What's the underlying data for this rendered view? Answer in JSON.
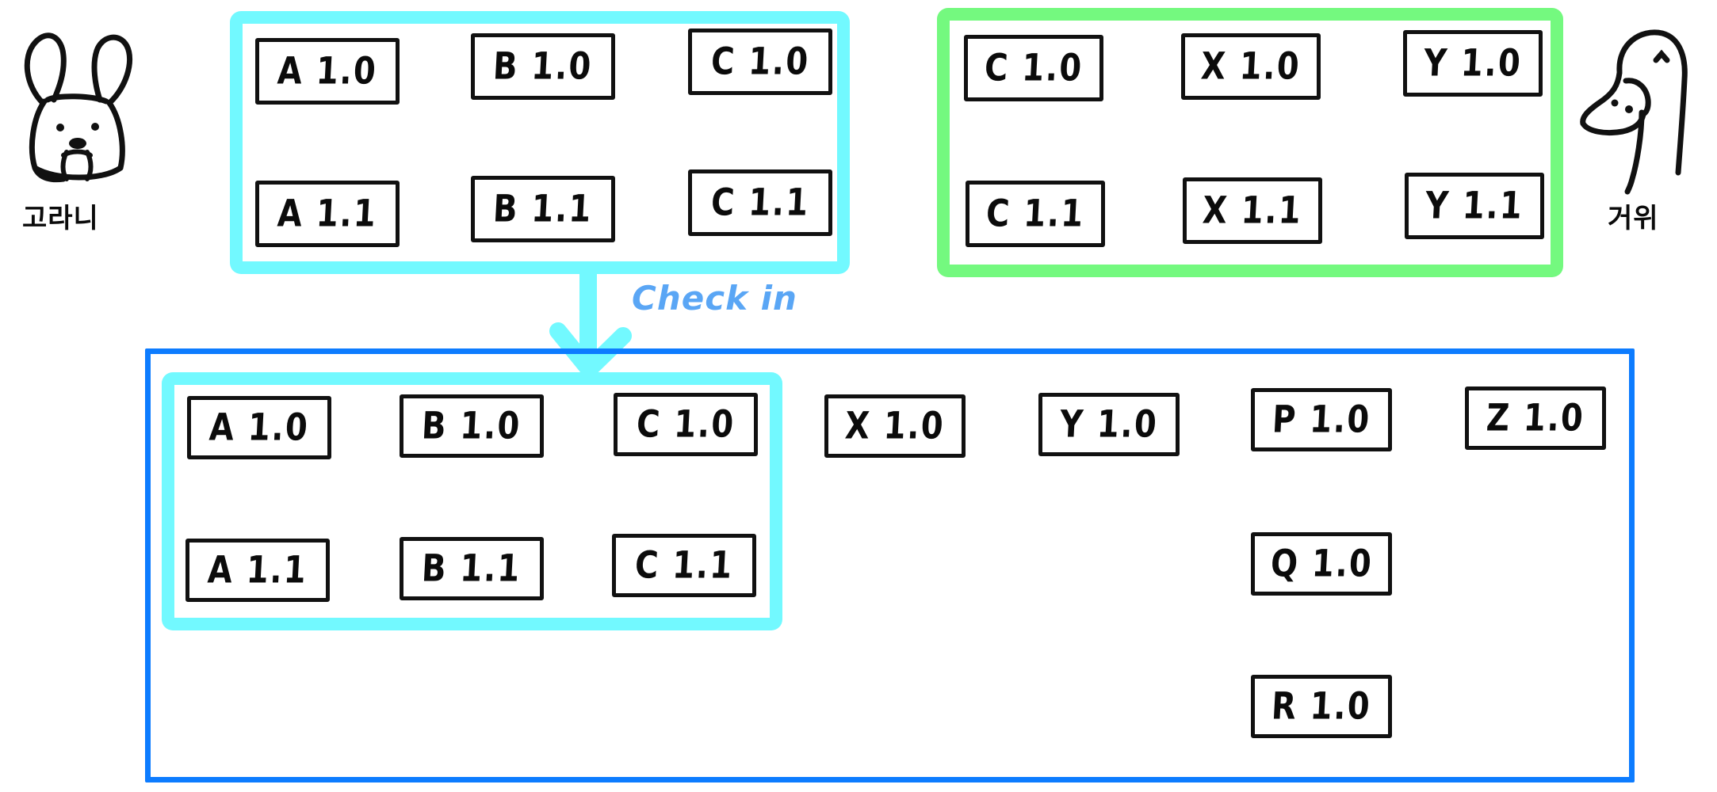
{
  "diagram": {
    "title": "Artifact repository check-in diagram",
    "colors": {
      "cyan": "#72f9ff",
      "green": "#74f97f",
      "blue": "#0d7cff",
      "arrow_label": "#5aa6f5",
      "ink": "#111111"
    }
  },
  "mascots": {
    "left": {
      "name": "고라니",
      "creature": "korean-water-deer"
    },
    "right": {
      "name": "거위",
      "creature": "goose"
    }
  },
  "arrow": {
    "label": "Check in",
    "direction": "down",
    "from": "local-cyan-group",
    "to": "shared-repository"
  },
  "groups": {
    "local_left": {
      "id": "local-cyan-group",
      "color": "cyan",
      "rows": [
        [
          "A 1.0",
          "B 1.0",
          "C 1.0"
        ],
        [
          "A 1.1",
          "B 1.1",
          "C 1.1"
        ]
      ]
    },
    "local_right": {
      "id": "local-green-group",
      "color": "green",
      "rows": [
        [
          "C 1.0",
          "X 1.0",
          "Y 1.0"
        ],
        [
          "C 1.1",
          "X 1.1",
          "Y 1.1"
        ]
      ]
    },
    "repository": {
      "id": "shared-repository",
      "color": "blue",
      "inner_group": {
        "id": "checked-in-cyan-group",
        "color": "cyan",
        "rows": [
          [
            "A 1.0",
            "B 1.0",
            "C 1.0"
          ],
          [
            "A 1.1",
            "B 1.1",
            "C 1.1"
          ]
        ]
      },
      "loose_row": [
        "X 1.0",
        "Y 1.0",
        "P 1.0",
        "Z 1.0"
      ],
      "stacked_under_p": [
        "Q 1.0",
        "R 1.0"
      ]
    }
  }
}
